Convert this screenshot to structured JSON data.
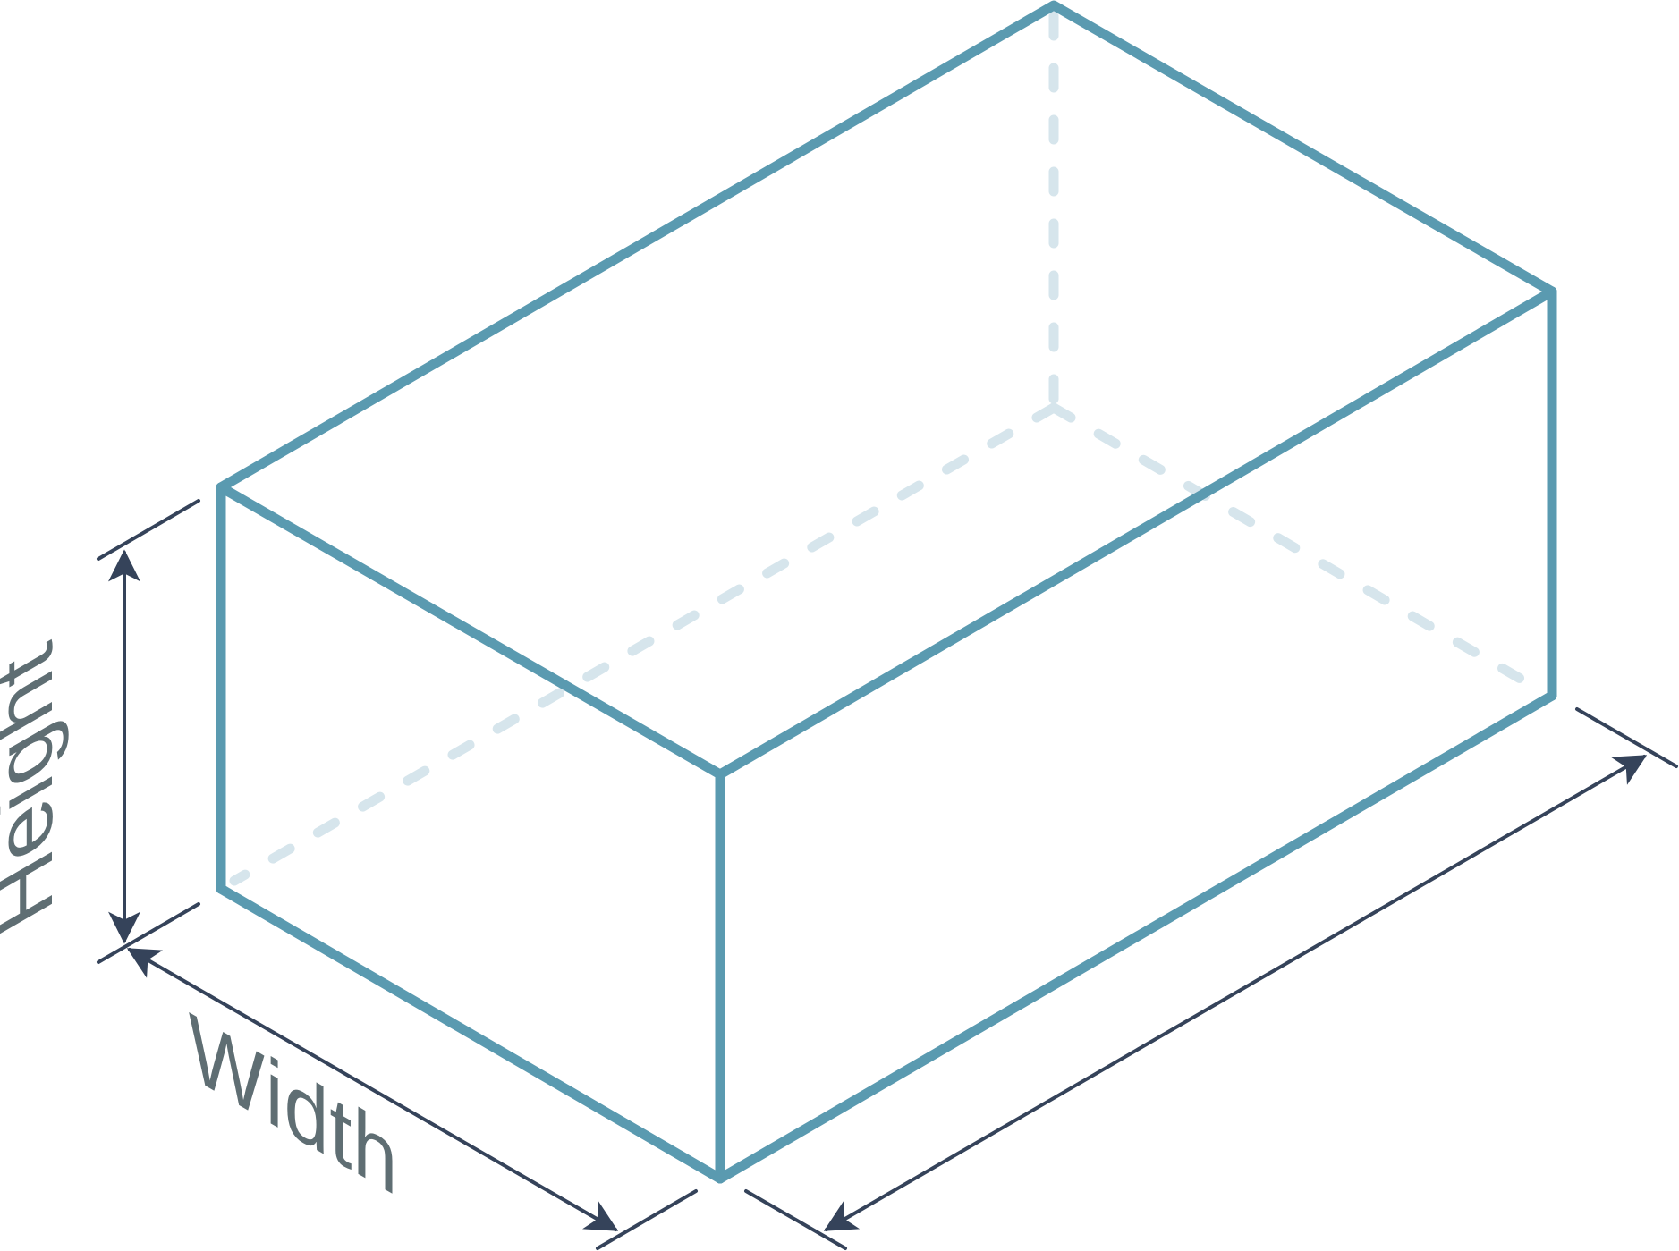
{
  "diagram": {
    "type": "isometric-box-dimensions",
    "labels": {
      "height": "Height",
      "width": "Width"
    },
    "colors": {
      "visible_edge": "#5a9ab0",
      "hidden_edge": "#d6e5ec",
      "dimension_line": "#35435a",
      "label_text": "#5f6e73"
    }
  }
}
